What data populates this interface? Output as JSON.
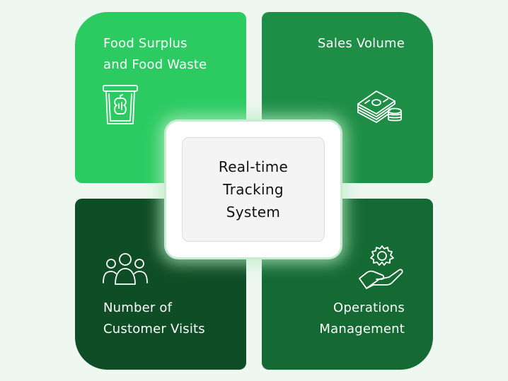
{
  "center": {
    "lines": [
      "Real-time",
      "Tracking",
      "System"
    ]
  },
  "quadrants": {
    "top_left": {
      "lines": [
        "Food Surplus",
        "and Food Waste"
      ],
      "icon": "trash-bin-icon",
      "color": "#2ccb62"
    },
    "top_right": {
      "lines": [
        "Sales Volume"
      ],
      "icon": "money-coins-icon",
      "color": "#1e8e46"
    },
    "bottom_left": {
      "lines": [
        "Number of",
        "Customer Visits"
      ],
      "icon": "customers-group-icon",
      "color": "#0f4d26"
    },
    "bottom_right": {
      "lines": [
        "Operations",
        "Management"
      ],
      "icon": "gear-hand-icon",
      "color": "#156a33"
    }
  }
}
